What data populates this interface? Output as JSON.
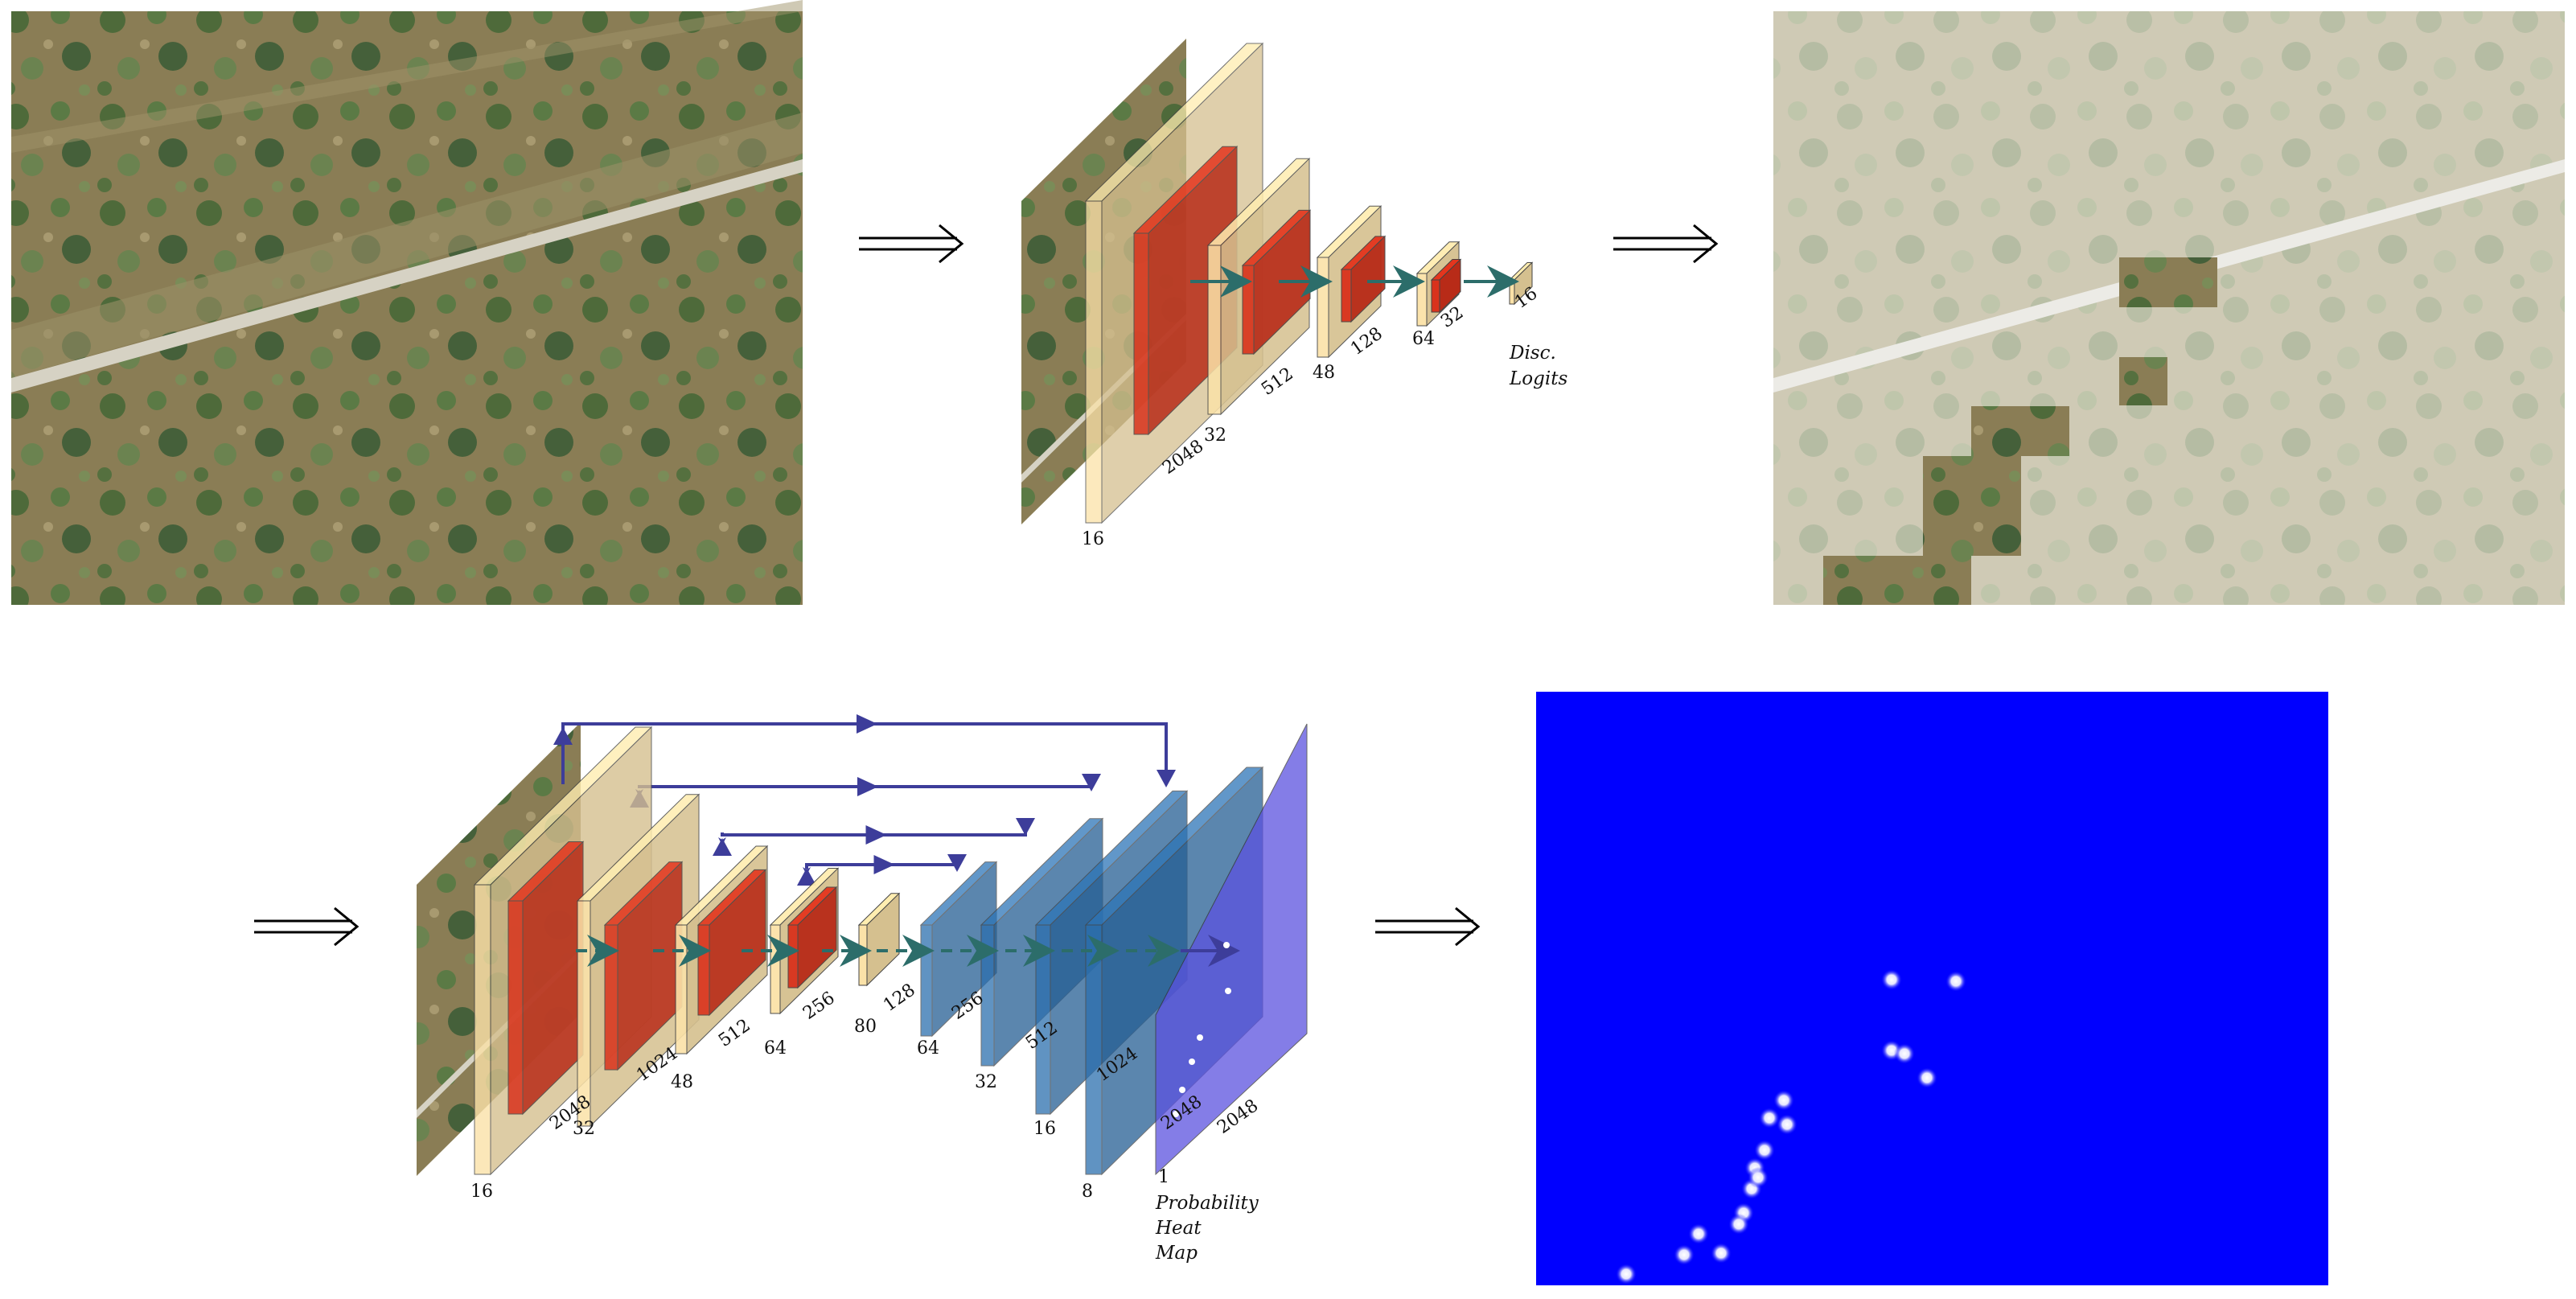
{
  "colors": {
    "panel_tan": "#fbe2a8",
    "panel_red": "#d9321c",
    "panel_blue": "#2b6fae",
    "panel_purple": "#5b52e0",
    "arrow_teal": "#2c6d6a",
    "skip_arrow": "#3d3d9a",
    "heatmap_bg": "#0000ff",
    "hotspot": "#e6e6ff"
  },
  "icons": {
    "implies": "double-right-arrow"
  },
  "classifier": {
    "labels": [
      "16",
      "2048",
      "32",
      "512",
      "48",
      "128",
      "64",
      "32",
      "16"
    ],
    "output_label_line1": "Disc.",
    "output_label_line2": "Logits"
  },
  "segmenter": {
    "encoder_labels": [
      "16",
      "2048",
      "32",
      "1024",
      "48",
      "512",
      "64",
      "256",
      "80",
      "128"
    ],
    "decoder_labels": [
      "64",
      "256",
      "32",
      "512",
      "16",
      "1024",
      "8",
      "2048",
      "2048",
      "1"
    ],
    "output_label_line1": "Probability",
    "output_label_line2": "Heat",
    "output_label_line3": "Map"
  }
}
